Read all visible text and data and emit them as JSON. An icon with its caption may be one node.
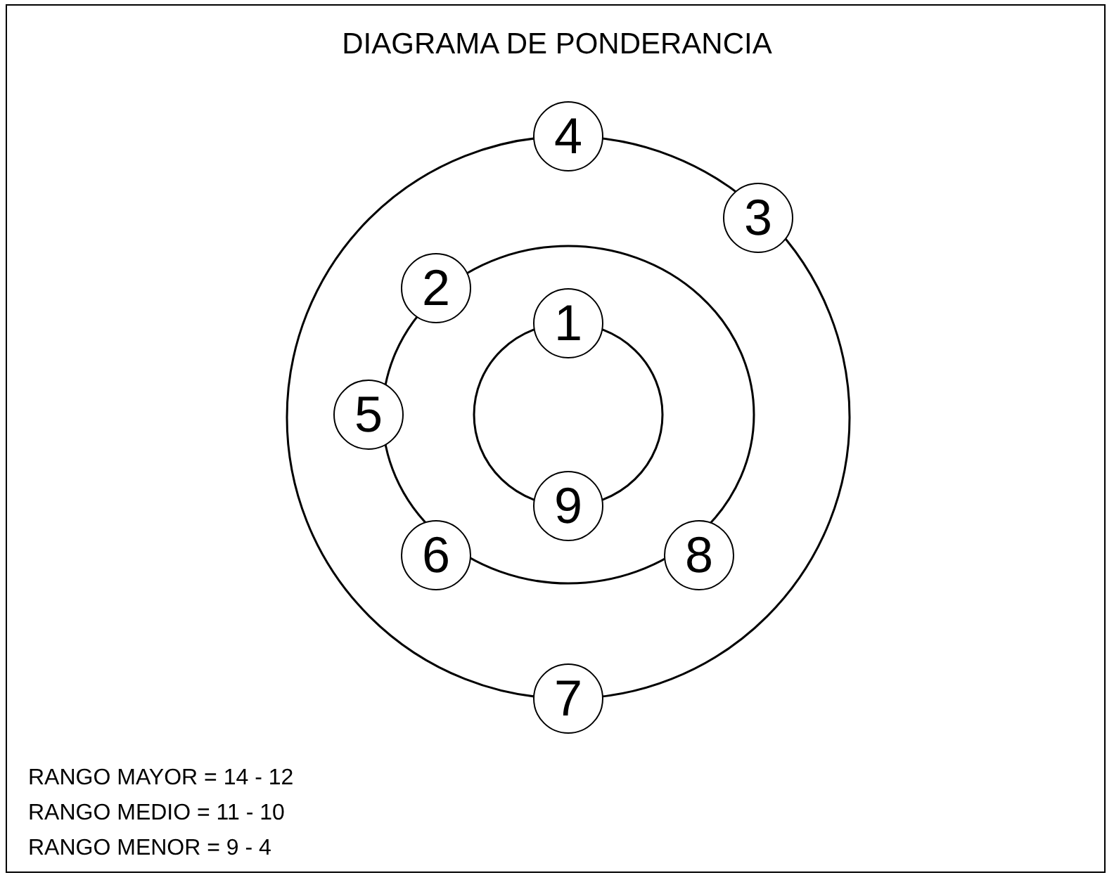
{
  "diagram": {
    "title": "DIAGRAMA DE PONDERANCIA",
    "nodes": [
      {
        "text": [
          "4"
        ]
      },
      {
        "text": [
          "3"
        ]
      },
      {
        "text": [
          "2"
        ]
      },
      {
        "text": [
          "1"
        ]
      },
      {
        "text": [
          "5"
        ]
      },
      {
        "text": [
          "9"
        ]
      },
      {
        "text": [
          "6"
        ]
      },
      {
        "text": [
          "8"
        ]
      },
      {
        "text": [
          "7"
        ]
      }
    ],
    "edges": [],
    "labels": [
      "RANGO MAYOR = 14 - 12",
      "RANGO MEDIO = 11 - 10",
      "RANGO MENOR = 9 - 4"
    ]
  }
}
